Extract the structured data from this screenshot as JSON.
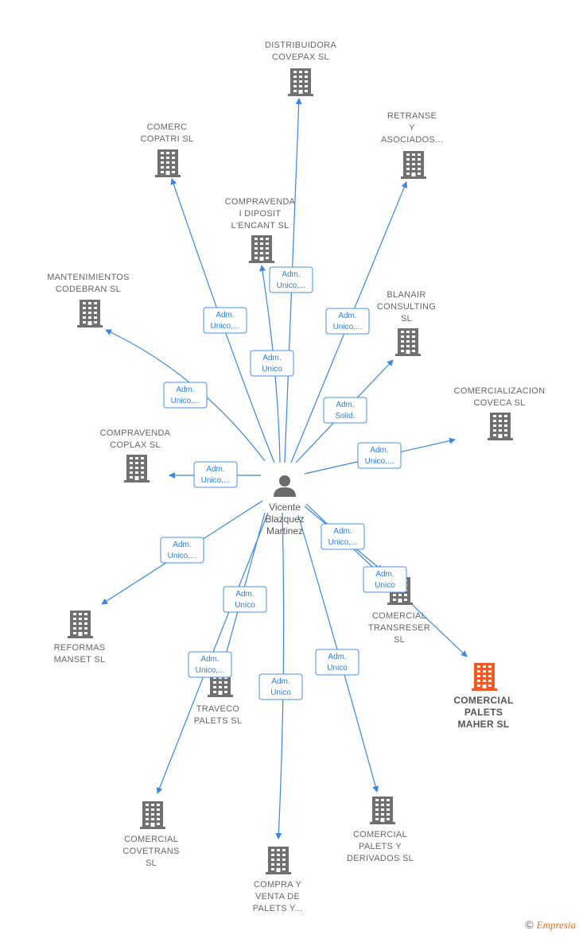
{
  "person": {
    "label": [
      "Vicente",
      "Blazquez",
      "Martinez"
    ]
  },
  "colors": {
    "edge": "#3a86e0",
    "building": "#707070",
    "highlight": "#f05a28"
  },
  "nodes": [
    {
      "id": "distribuidora",
      "label": [
        "DISTRIBUIDORA",
        "COVEPAX  SL"
      ],
      "highlight": false
    },
    {
      "id": "comerc-copatri",
      "label": [
        "COMERC",
        "COPATRI  SL"
      ],
      "highlight": false
    },
    {
      "id": "retranse",
      "label": [
        "RETRANSE",
        "Y",
        "ASOCIADOS..."
      ],
      "highlight": false
    },
    {
      "id": "compravenda-diposit",
      "label": [
        "COMPRAVENDA",
        "I DIPOSIT",
        "L'ENCANT SL"
      ],
      "highlight": false
    },
    {
      "id": "mantenimientos",
      "label": [
        "MANTENIMIENTOS",
        "CODEBRAN  SL"
      ],
      "highlight": false
    },
    {
      "id": "blanair",
      "label": [
        "BLANAIR",
        "CONSULTING",
        "SL"
      ],
      "highlight": false
    },
    {
      "id": "coveca",
      "label": [
        "COMERCIALIZACION",
        "COVECA  SL"
      ],
      "highlight": false
    },
    {
      "id": "coplax",
      "label": [
        "COMPRAVENDA",
        "COPLAX  SL"
      ],
      "highlight": false
    },
    {
      "id": "reformas",
      "label": [
        "REFORMAS",
        "MANSET  SL"
      ],
      "highlight": false
    },
    {
      "id": "transreser",
      "label": [
        "COMERCIAL",
        "TRANSRESER",
        "SL"
      ],
      "highlight": false
    },
    {
      "id": "maher",
      "label": [
        "COMERCIAL",
        "PALETS",
        "MAHER  SL"
      ],
      "highlight": true
    },
    {
      "id": "traveco",
      "label": [
        "TRAVECO",
        "PALETS  SL"
      ],
      "highlight": false
    },
    {
      "id": "covetrans",
      "label": [
        "COMERCIAL",
        "COVETRANS",
        "SL"
      ],
      "highlight": false
    },
    {
      "id": "compra-venta",
      "label": [
        "COMPRA Y",
        "VENTA DE",
        "PALETS Y..."
      ],
      "highlight": false
    },
    {
      "id": "derivados",
      "label": [
        "COMERCIAL",
        "PALETS Y",
        "DERIVADOS  SL"
      ],
      "highlight": false
    }
  ],
  "edges": [
    {
      "target": "distribuidora",
      "label": [
        "Adm.",
        "Unico,..."
      ]
    },
    {
      "target": "comerc-copatri",
      "label": [
        "Adm.",
        "Unico,..."
      ]
    },
    {
      "target": "retranse",
      "label": [
        "Adm.",
        "Unico,..."
      ]
    },
    {
      "target": "compravenda-diposit",
      "label": [
        "Adm.",
        "Unico"
      ]
    },
    {
      "target": "mantenimientos",
      "label": [
        "Adm.",
        "Unico,..."
      ]
    },
    {
      "target": "blanair",
      "label": [
        "Adm.",
        "Solid."
      ]
    },
    {
      "target": "coveca",
      "label": [
        "Adm.",
        "Unico,..."
      ]
    },
    {
      "target": "coplax",
      "label": [
        "Adm.",
        "Unico,..."
      ]
    },
    {
      "target": "reformas",
      "label": [
        "Adm.",
        "Unico,..."
      ]
    },
    {
      "target": "transreser",
      "label": [
        "Adm.",
        "Unico,..."
      ]
    },
    {
      "target": "maher",
      "label": [
        "Adm.",
        "Unico"
      ]
    },
    {
      "target": "traveco",
      "label": [
        "Adm.",
        "Unico,..."
      ]
    },
    {
      "target": "covetrans",
      "label": [
        "Adm.",
        "Unico"
      ]
    },
    {
      "target": "compra-venta",
      "label": [
        "Adm.",
        "Unico"
      ]
    },
    {
      "target": "derivados",
      "label": [
        "Adm.",
        "Unico"
      ]
    }
  ],
  "footer": {
    "copyright_symbol": "©",
    "brand": "Empresia"
  }
}
